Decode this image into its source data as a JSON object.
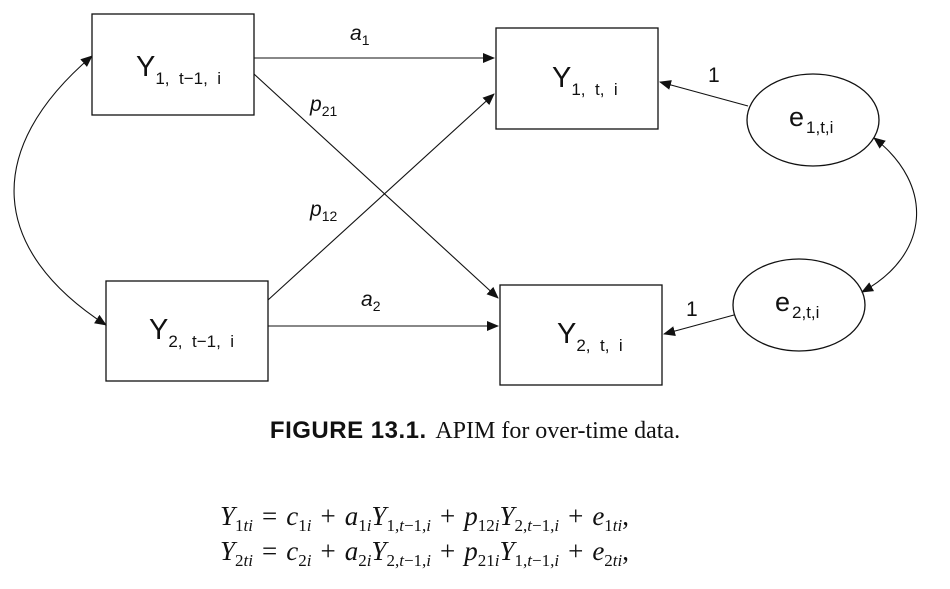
{
  "diagram": {
    "nodes": {
      "y1_prev": {
        "main": "Y",
        "sub": "1,  t−1,  i"
      },
      "y2_prev": {
        "main": "Y",
        "sub": "2,  t−1,  i"
      },
      "y1_curr": {
        "main": "Y",
        "sub": "1,  t,  i"
      },
      "y2_curr": {
        "main": "Y",
        "sub": "2,  t,  i"
      },
      "e1": {
        "main": "e",
        "sub": "1,t,i"
      },
      "e2": {
        "main": "e",
        "sub": "2,t,i"
      }
    },
    "paths": {
      "a1": {
        "main": "a",
        "sub": "1"
      },
      "a2": {
        "main": "a",
        "sub": "2"
      },
      "p21": {
        "main": "p",
        "sub": "21"
      },
      "p12": {
        "main": "p",
        "sub": "12"
      },
      "loading_e1": "1",
      "loading_e2": "1"
    }
  },
  "caption": {
    "label": "FIGURE 13.1.",
    "text": "APIM for over-time data."
  },
  "equations": [
    {
      "lhs": {
        "base": "Y",
        "sub": "1ti"
      },
      "eq": "=",
      "terms": [
        {
          "base": "c",
          "sub": "1i",
          "op": ""
        },
        {
          "base": "a",
          "sub": "1i",
          "var": "Y",
          "varsub": "1,t−1,i",
          "op": "+"
        },
        {
          "base": "p",
          "sub": "12i",
          "var": "Y",
          "varsub": "2,t−1,i",
          "op": "+"
        },
        {
          "base": "e",
          "sub": "1ti",
          "op": "+"
        }
      ],
      "tail": ","
    },
    {
      "lhs": {
        "base": "Y",
        "sub": "2ti"
      },
      "eq": "=",
      "terms": [
        {
          "base": "c",
          "sub": "2i",
          "op": ""
        },
        {
          "base": "a",
          "sub": "2i",
          "var": "Y",
          "varsub": "2,t−1,i",
          "op": "+"
        },
        {
          "base": "p",
          "sub": "21i",
          "var": "Y",
          "varsub": "1,t−1,i",
          "op": "+"
        },
        {
          "base": "e",
          "sub": "2ti",
          "op": "+"
        }
      ],
      "tail": ","
    }
  ]
}
